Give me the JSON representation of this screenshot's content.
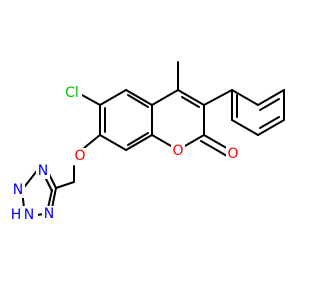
{
  "molecule": {
    "colors": {
      "bond": "#000000",
      "carbon": "#000000",
      "oxygen": "#ff0000",
      "nitrogen": "#0000ff",
      "chlorine": "#00c000",
      "background": "#ffffff"
    },
    "labels": {
      "chlorine": "Cl",
      "ring_oxygen": "O",
      "carbonyl_oxygen": "O",
      "ether_oxygen": "O",
      "tetrazole_n_top": "N",
      "tetrazole_n_left": "N",
      "tetrazole_nh": "N",
      "tetrazole_nh_h": "H",
      "tetrazole_n_right": "N"
    }
  }
}
